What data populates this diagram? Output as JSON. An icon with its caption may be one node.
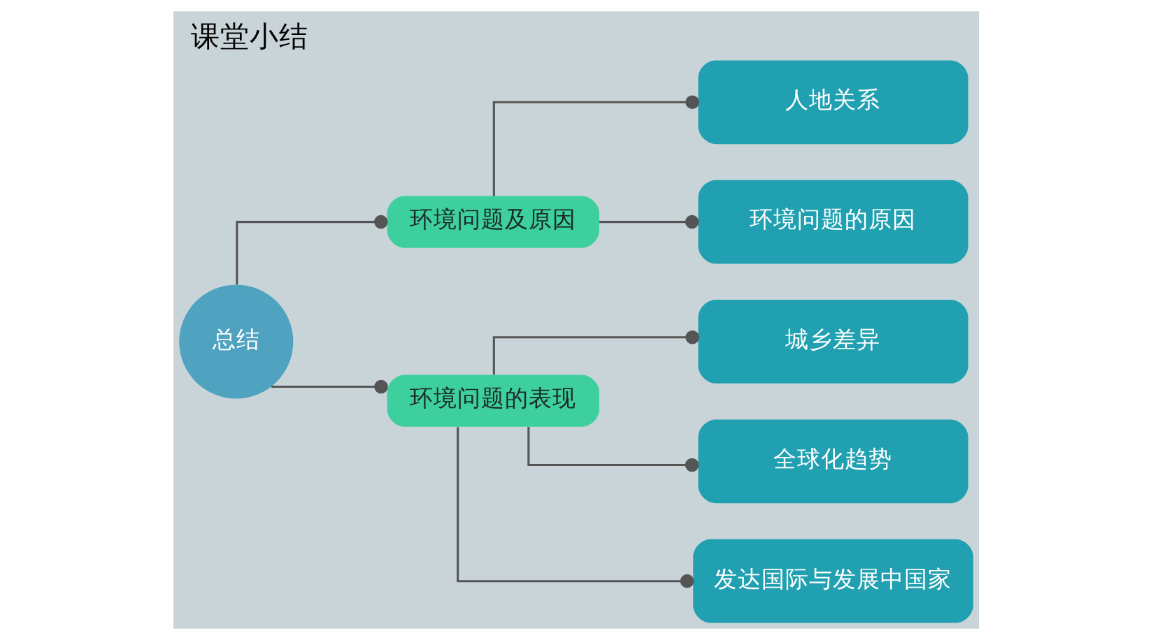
{
  "diagram": {
    "title": "课堂小结",
    "nodes": [
      {
        "text": [
          "总结"
        ]
      },
      {
        "text": [
          "环境问题及原因"
        ]
      },
      {
        "text": [
          "人地关系"
        ]
      },
      {
        "text": [
          "环境问题的原因"
        ]
      },
      {
        "text": [
          "环境问题的表现"
        ]
      },
      {
        "text": [
          "城乡差异"
        ]
      },
      {
        "text": [
          "全球化趋势"
        ]
      },
      {
        "text": [
          "发达国际与发展中国家"
        ]
      }
    ],
    "edges": [
      {
        "from": 0,
        "to": 1,
        "arrow": "other"
      },
      {
        "from": 0,
        "to": 4,
        "arrow": "other"
      },
      {
        "from": 1,
        "to": 2,
        "arrow": "other"
      },
      {
        "from": 1,
        "to": 3,
        "arrow": "other"
      },
      {
        "from": 4,
        "to": 5,
        "arrow": "other"
      },
      {
        "from": 4,
        "to": 6,
        "arrow": "other"
      },
      {
        "from": 4,
        "to": 7,
        "arrow": "other"
      }
    ]
  }
}
